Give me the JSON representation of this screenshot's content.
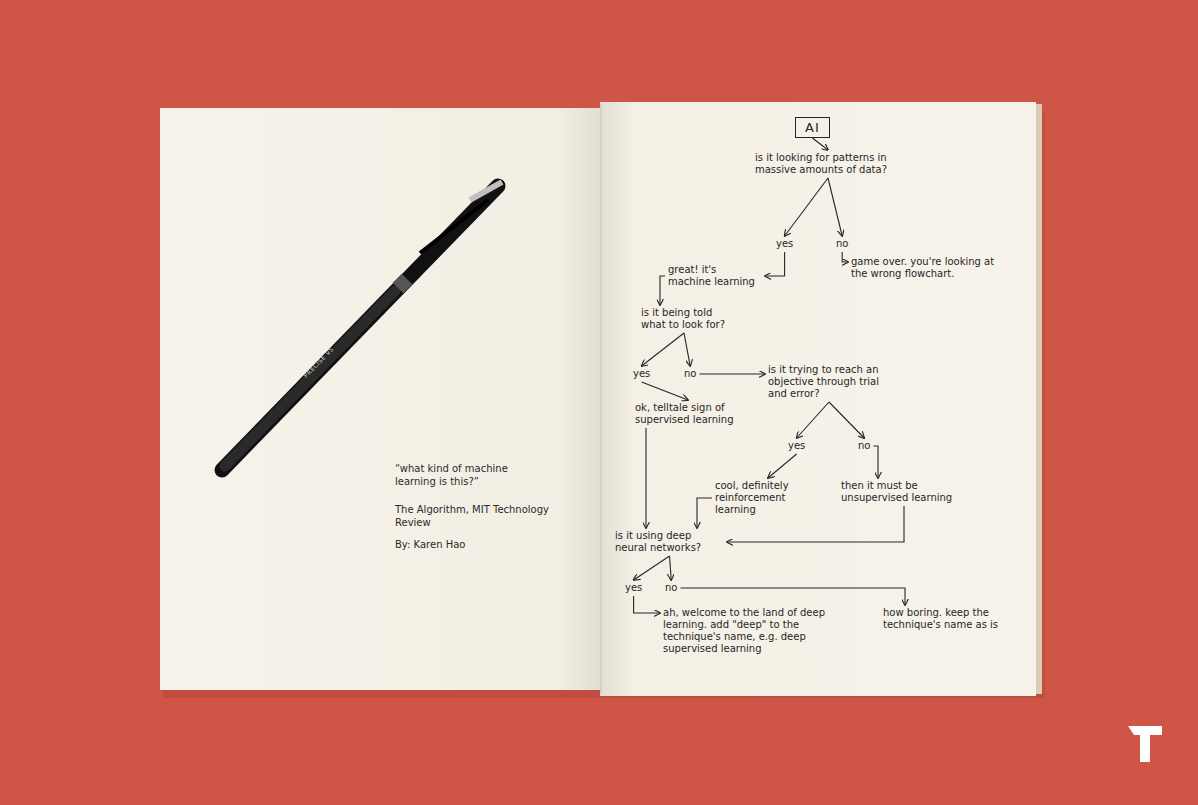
{
  "diagram": {
    "nodes": [
      {
        "text": [
          "AI"
        ]
      },
      {
        "text": [
          "is it looking for patterns in massive amounts of data?"
        ]
      },
      {
        "text": [
          "yes"
        ]
      },
      {
        "text": [
          "no"
        ]
      },
      {
        "text": [
          "game over. you're looking at the wrong flowchart."
        ]
      },
      {
        "text": [
          "great! it's machine learning"
        ]
      },
      {
        "text": [
          "is it being told what to look for?"
        ]
      },
      {
        "text": [
          "yes"
        ]
      },
      {
        "text": [
          "no"
        ]
      },
      {
        "text": [
          "ok, telltale sign of supervised learning"
        ]
      },
      {
        "text": [
          "is it trying to reach an objective through trial and error?"
        ]
      },
      {
        "text": [
          "yes"
        ]
      },
      {
        "text": [
          "no"
        ]
      },
      {
        "text": [
          "cool, definitely reinforcement learning"
        ]
      },
      {
        "text": [
          "then it must be unsupervised learning"
        ]
      },
      {
        "text": [
          "is it using deep neural networks?"
        ]
      },
      {
        "text": [
          "yes"
        ]
      },
      {
        "text": [
          "no"
        ]
      },
      {
        "text": [
          "ah, welcome to the land of deep learning. add \"deep\" to the technique's name, e.g. deep supervised learning"
        ]
      },
      {
        "text": [
          "how boring. keep the technique's name as is"
        ]
      }
    ],
    "edges": [
      {
        "from": 0,
        "to": 1,
        "arrow": "to"
      },
      {
        "from": 1,
        "to": 2,
        "arrow": "to"
      },
      {
        "from": 1,
        "to": 3,
        "arrow": "to"
      },
      {
        "from": 3,
        "to": 4,
        "arrow": "to"
      },
      {
        "from": 2,
        "to": 5,
        "arrow": "to"
      },
      {
        "from": 5,
        "to": 6,
        "arrow": "to"
      },
      {
        "from": 6,
        "to": 7,
        "arrow": "to"
      },
      {
        "from": 6,
        "to": 8,
        "arrow": "to"
      },
      {
        "from": 7,
        "to": 9,
        "arrow": "to"
      },
      {
        "from": 8,
        "to": 10,
        "arrow": "to"
      },
      {
        "from": 10,
        "to": 11,
        "arrow": "to"
      },
      {
        "from": 10,
        "to": 12,
        "arrow": "to"
      },
      {
        "from": 11,
        "to": 13,
        "arrow": "to"
      },
      {
        "from": 12,
        "to": 14,
        "arrow": "to"
      },
      {
        "from": 9,
        "to": 15,
        "arrow": "to"
      },
      {
        "from": 13,
        "to": 15,
        "arrow": "to"
      },
      {
        "from": 14,
        "to": 15,
        "arrow": "to"
      },
      {
        "from": 15,
        "to": 16,
        "arrow": "to"
      },
      {
        "from": 15,
        "to": 17,
        "arrow": "to"
      },
      {
        "from": 16,
        "to": 18,
        "arrow": "to"
      },
      {
        "from": 17,
        "to": 19,
        "arrow": "to"
      }
    ],
    "labels": [
      "“what kind of machine learning is this?”",
      "The Algorithm, MIT Technology Review",
      "By: Karen Hao",
      "PRECISE V5"
    ]
  }
}
